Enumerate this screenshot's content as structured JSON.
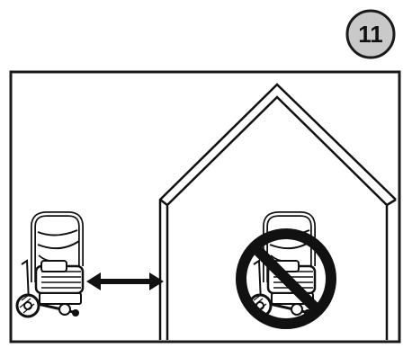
{
  "step_badge": {
    "number": "11",
    "fill": "#c9c9c9",
    "stroke": "#1a1a1a"
  },
  "scene": {
    "frame_stroke": "#1a1a1a",
    "line_color": "#111111",
    "outdoor_unit": {
      "icon": "pressure-washer-icon",
      "placement": "outside"
    },
    "distance_arrow": {
      "icon": "double-headed-arrow-icon"
    },
    "building": {
      "icon": "house-outline-icon"
    },
    "indoor_unit": {
      "icon": "pressure-washer-icon",
      "placement": "inside",
      "prohibited": true
    },
    "prohibition": {
      "icon": "prohibition-sign-icon",
      "color": "#111111"
    }
  }
}
